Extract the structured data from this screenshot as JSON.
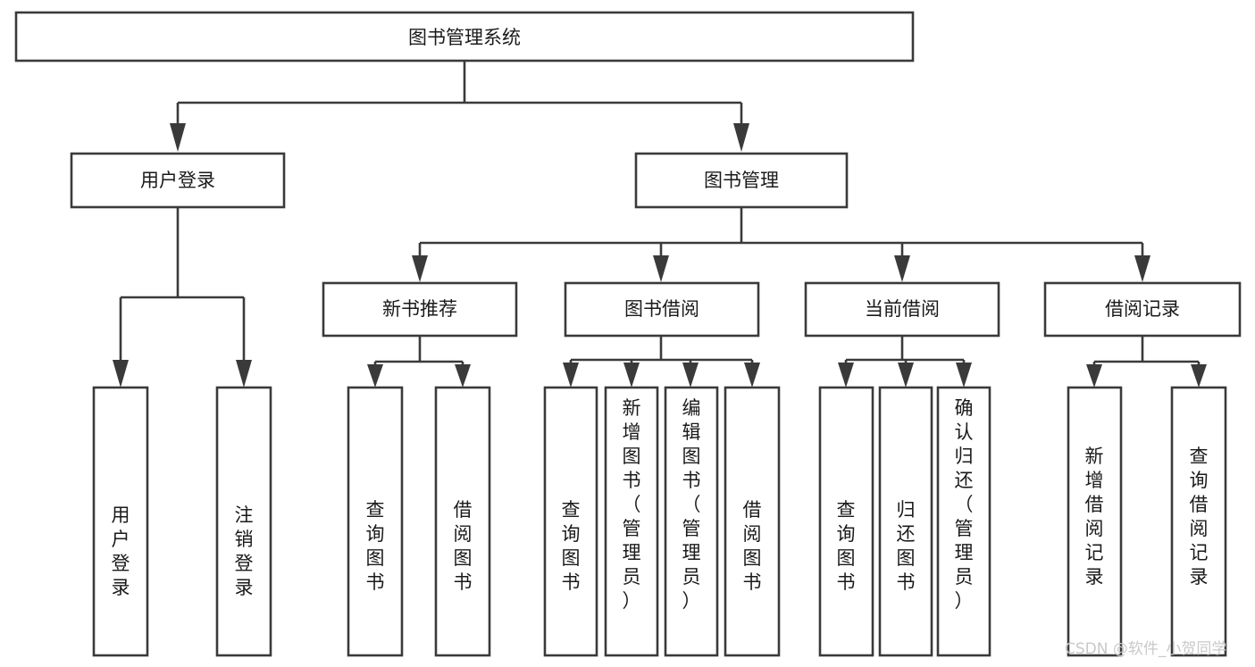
{
  "diagram": {
    "title": "图书管理系统",
    "type": "hierarchy-tree",
    "background_color": "#ffffff",
    "box_stroke_color": "#3a3a3a",
    "box_fill_color": "#ffffff",
    "text_color": "#1a1a1a",
    "levels": 4,
    "nodes": {
      "root": {
        "label": "图书管理系统",
        "level": 0,
        "orientation": "horizontal"
      },
      "l1_a": {
        "label": "用户登录",
        "level": 1,
        "orientation": "horizontal"
      },
      "l1_b": {
        "label": "图书管理",
        "level": 1,
        "orientation": "horizontal"
      },
      "l2_a": {
        "label": "新书推荐",
        "level": 2,
        "orientation": "horizontal"
      },
      "l2_b": {
        "label": "图书借阅",
        "level": 2,
        "orientation": "horizontal"
      },
      "l2_c": {
        "label": "当前借阅",
        "level": 2,
        "orientation": "horizontal"
      },
      "l2_d": {
        "label": "借阅记录",
        "level": 2,
        "orientation": "horizontal"
      },
      "l3_1": {
        "label": "用户登录",
        "level": 3,
        "orientation": "vertical"
      },
      "l3_2": {
        "label": "注销登录",
        "level": 3,
        "orientation": "vertical"
      },
      "l3_3": {
        "label": "查询图书",
        "level": 3,
        "orientation": "vertical"
      },
      "l3_4": {
        "label": "借阅图书",
        "level": 3,
        "orientation": "vertical"
      },
      "l3_5": {
        "label": "查询图书",
        "level": 3,
        "orientation": "vertical"
      },
      "l3_6": {
        "label": "新增图书（管理员）",
        "level": 3,
        "orientation": "vertical"
      },
      "l3_7": {
        "label": "编辑图书（管理员）",
        "level": 3,
        "orientation": "vertical"
      },
      "l3_8": {
        "label": "借阅图书",
        "level": 3,
        "orientation": "vertical"
      },
      "l3_9": {
        "label": "查询图书",
        "level": 3,
        "orientation": "vertical"
      },
      "l3_10": {
        "label": "归还图书",
        "level": 3,
        "orientation": "vertical"
      },
      "l3_11": {
        "label": "确认归还（管理员）",
        "level": 3,
        "orientation": "vertical"
      },
      "l3_12": {
        "label": "新增借阅记录",
        "level": 3,
        "orientation": "vertical"
      },
      "l3_13": {
        "label": "查询借阅记录",
        "level": 3,
        "orientation": "vertical"
      }
    },
    "edges": [
      {
        "from": "root",
        "to": "l1_a"
      },
      {
        "from": "root",
        "to": "l1_b"
      },
      {
        "from": "l1_b",
        "to": "l2_a"
      },
      {
        "from": "l1_b",
        "to": "l2_b"
      },
      {
        "from": "l1_b",
        "to": "l2_c"
      },
      {
        "from": "l1_b",
        "to": "l2_d"
      },
      {
        "from": "l1_a",
        "to": "l3_1"
      },
      {
        "from": "l1_a",
        "to": "l3_2"
      },
      {
        "from": "l2_a",
        "to": "l3_3"
      },
      {
        "from": "l2_a",
        "to": "l3_4"
      },
      {
        "from": "l2_b",
        "to": "l3_5"
      },
      {
        "from": "l2_b",
        "to": "l3_6"
      },
      {
        "from": "l2_b",
        "to": "l3_7"
      },
      {
        "from": "l2_b",
        "to": "l3_8"
      },
      {
        "from": "l2_c",
        "to": "l3_9"
      },
      {
        "from": "l2_c",
        "to": "l3_10"
      },
      {
        "from": "l2_c",
        "to": "l3_11"
      },
      {
        "from": "l2_d",
        "to": "l3_12"
      },
      {
        "from": "l2_d",
        "to": "l3_13"
      }
    ]
  },
  "watermark": {
    "text": "CSDN @软件_小贺同学",
    "color": "#c9c9c9"
  }
}
